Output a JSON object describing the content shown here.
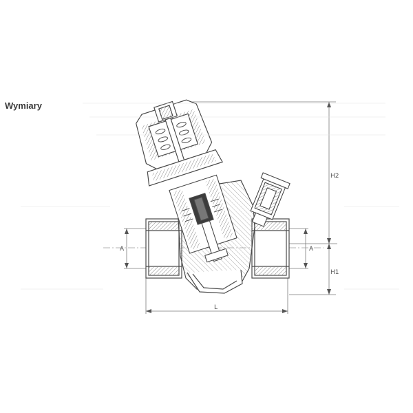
{
  "heading": "Wymiary",
  "dimensions": {
    "inlet_left": "A",
    "inlet_right": "A",
    "length": "L",
    "height_top": "H2",
    "height_bottom": "H1"
  },
  "colors": {
    "line": "#4a4a4a",
    "faint": "#9a9a9a",
    "hatch": "#8a8a8a"
  }
}
